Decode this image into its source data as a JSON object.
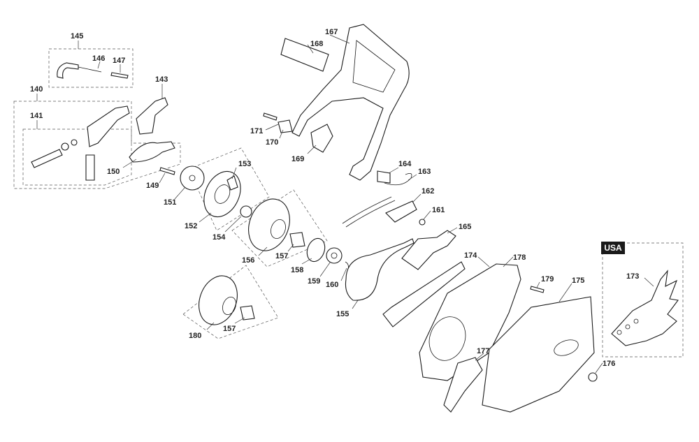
{
  "diagram": {
    "region_badge": "USA",
    "callouts": {
      "c140": "140",
      "c141": "141",
      "c143": "143",
      "c145": "145",
      "c146": "146",
      "c147": "147",
      "c149": "149",
      "c150": "150",
      "c151": "151",
      "c152": "152",
      "c153": "153",
      "c154": "154",
      "c155": "155",
      "c156": "156",
      "c157a": "157",
      "c157b": "157",
      "c158": "158",
      "c159": "159",
      "c160": "160",
      "c161": "161",
      "c162": "162",
      "c163": "163",
      "c164": "164",
      "c165": "165",
      "c167": "167",
      "c168": "168",
      "c169": "169",
      "c170": "170",
      "c171": "171",
      "c173": "173",
      "c174": "174",
      "c175": "175",
      "c176": "176",
      "c177": "177",
      "c178": "178",
      "c179": "179",
      "c180": "180"
    }
  }
}
